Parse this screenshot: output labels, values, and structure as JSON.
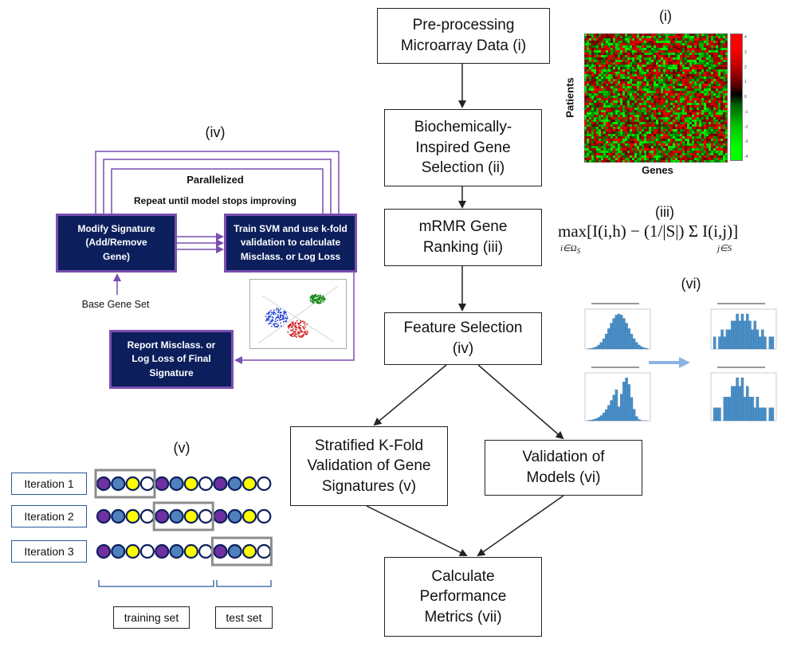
{
  "flow": {
    "preprocess": "Pre-processing\nMicroarray Data (i)",
    "biochem": "Biochemically-\nInspired Gene\nSelection (ii)",
    "mrmr": "mRMR Gene\nRanking (iii)",
    "feature": "Feature Selection\n(iv)",
    "stratified": "Stratified K-Fold\nValidation of Gene\nSignatures (v)",
    "validation": "Validation of\nModels (vi)",
    "metrics": "Calculate\nPerformance\nMetrics (vii)"
  },
  "panel_i": {
    "label": "(i)",
    "ylabel": "Patients",
    "xlabel": "Genes",
    "colorbar_ticks": [
      "4",
      "3",
      "2",
      "1",
      "0",
      "-1",
      "-2",
      "-3",
      "-4"
    ]
  },
  "panel_iii": {
    "label": "(iii)",
    "formula": "max[I(i,h) − (1/|S|) Σ I(i,j)]",
    "sub_max": "i∈Ω",
    "sub_max_s": "S",
    "sub_sum": "j∈S"
  },
  "panel_iv": {
    "label": "(iv)",
    "parallelized": "Parallelized",
    "repeat": "Repeat until model stops improving",
    "modify": "Modify Signature\n(Add/Remove\nGene)",
    "train": "Train SVM and use k-fold\nvalidation to calculate\nMisclass. or Log Loss",
    "base": "Base Gene Set",
    "report": "Report Misclass. or\nLog Loss of Final\nSignature"
  },
  "panel_v": {
    "label": "(v)",
    "iterations": [
      "Iteration 1",
      "Iteration 2",
      "Iteration 3"
    ],
    "training": "training set",
    "test": "test set",
    "circle_pattern": [
      "purple",
      "blue",
      "yellow",
      "white",
      "purple",
      "blue",
      "yellow",
      "white",
      "purple",
      "blue",
      "yellow",
      "white"
    ],
    "colors": {
      "purple": "#7030a0",
      "blue": "#4f81bd",
      "yellow": "#ffff00",
      "white": "#ffffff",
      "outline": "#0c1f5c",
      "highlight": "#8c8c8c"
    }
  },
  "panel_vi": {
    "label": "(vi)"
  },
  "colors": {
    "navy": "#0c1f5c",
    "purple_line": "#7a4fb0",
    "arrow_blue": "#8db3e2",
    "hist_blue": "#4a90c8"
  }
}
